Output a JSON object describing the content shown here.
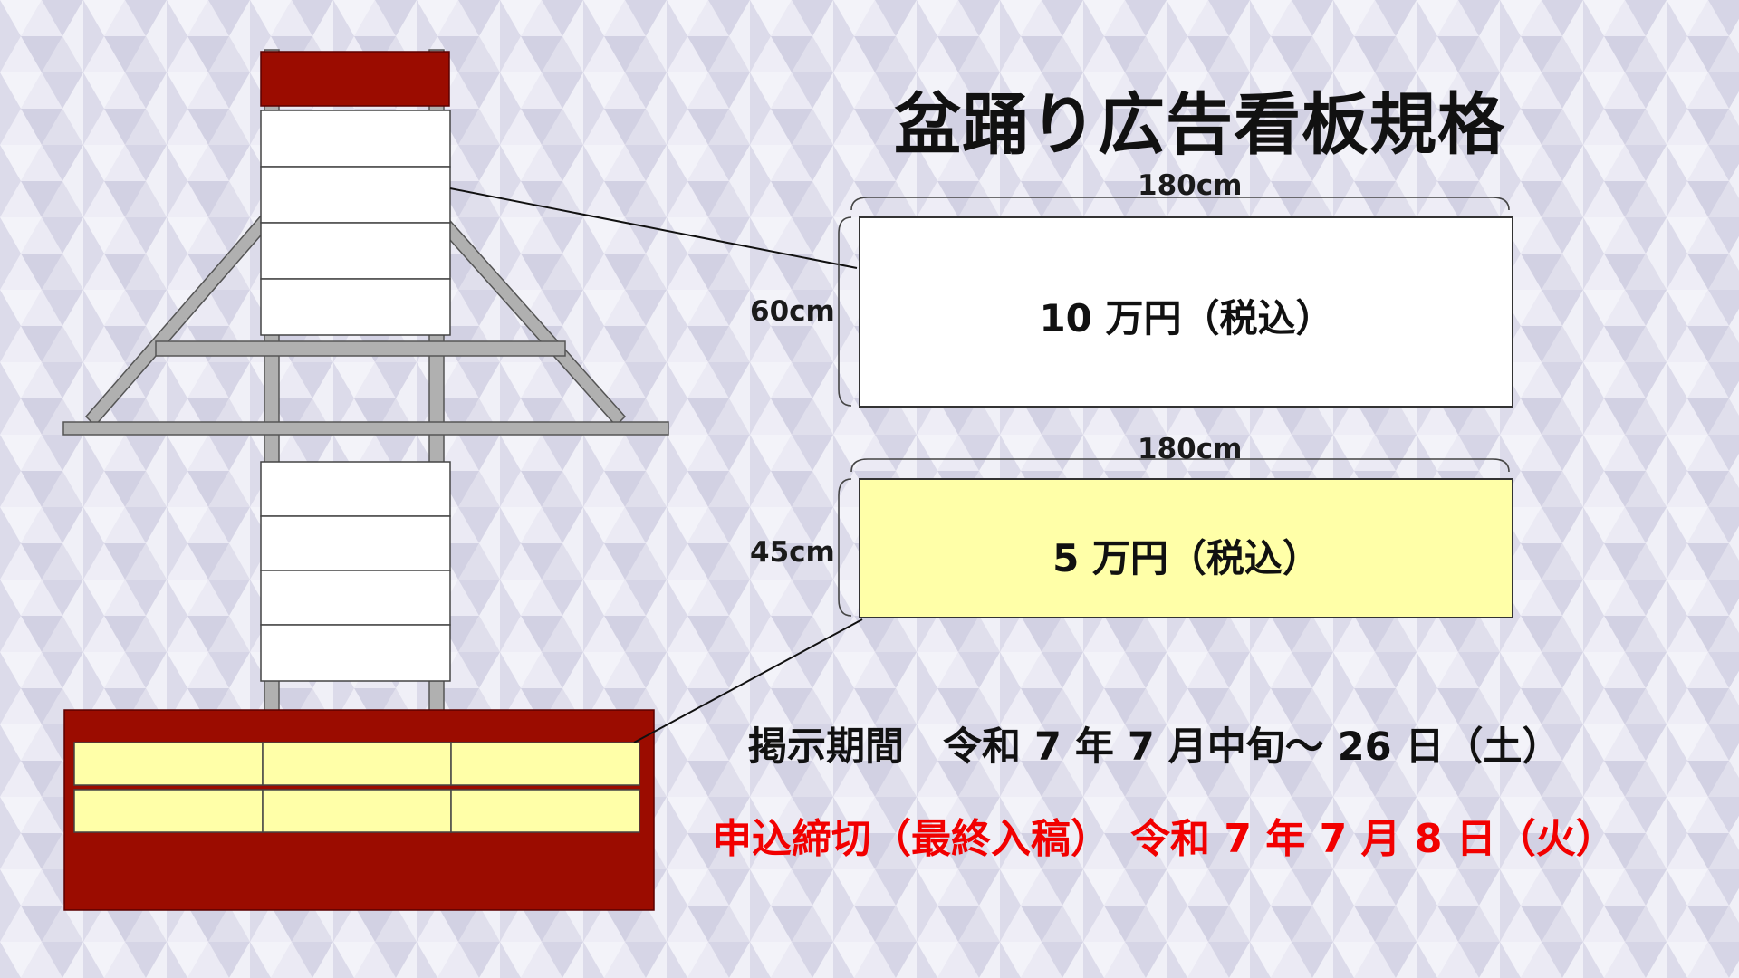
{
  "title": "盆踊り広告看板規格",
  "signs": [
    {
      "width_label": "180cm",
      "height_label": "60cm",
      "price": "10 万円（税込）",
      "fill_color": "#ffffff"
    },
    {
      "width_label": "180cm",
      "height_label": "45cm",
      "price": "5 万円（税込）",
      "fill_color": "#ffffa8"
    }
  ],
  "period": "掲示期間　令和 7 年 7 月中旬～ 26 日（土）",
  "deadline": "申込締切（最終入稿）　令和 7 年 7 月 8 日（火）",
  "colors": {
    "tower_red": "#9b0c00",
    "frame_gray": "#b0b0b0",
    "deadline_red": "#f20000",
    "background": "#e4e3ef"
  }
}
